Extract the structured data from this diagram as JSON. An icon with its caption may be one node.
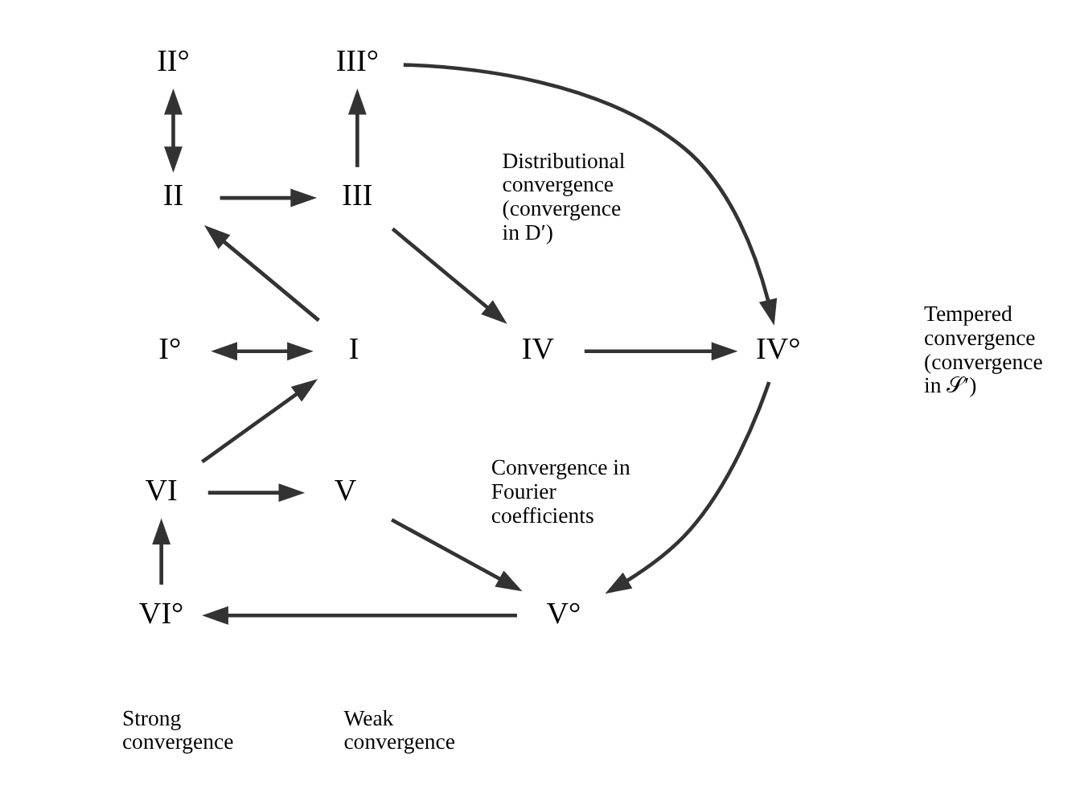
{
  "diagram": {
    "nodes": [
      {
        "text": [
          "II°"
        ]
      },
      {
        "text": [
          "II"
        ]
      },
      {
        "text": [
          "III"
        ]
      },
      {
        "text": [
          "III°"
        ]
      },
      {
        "text": [
          "I°"
        ]
      },
      {
        "text": [
          "I"
        ]
      },
      {
        "text": [
          "IV"
        ]
      },
      {
        "text": [
          "IV°"
        ]
      },
      {
        "text": [
          "VI"
        ]
      },
      {
        "text": [
          "V"
        ]
      },
      {
        "text": [
          "VI°"
        ]
      },
      {
        "text": [
          "V°"
        ]
      }
    ],
    "edges": [
      {
        "from": 0,
        "to": 1,
        "arrow": "both"
      },
      {
        "from": 1,
        "to": 2,
        "arrow": "to"
      },
      {
        "from": 2,
        "to": 3,
        "arrow": "to"
      },
      {
        "from": 3,
        "to": 7,
        "arrow": "to"
      },
      {
        "from": 2,
        "to": 6,
        "arrow": "to"
      },
      {
        "from": 6,
        "to": 7,
        "arrow": "to"
      },
      {
        "from": 4,
        "to": 5,
        "arrow": "both"
      },
      {
        "from": 5,
        "to": 1,
        "arrow": "to"
      },
      {
        "from": 8,
        "to": 5,
        "arrow": "to"
      },
      {
        "from": 8,
        "to": 9,
        "arrow": "to"
      },
      {
        "from": 9,
        "to": 11,
        "arrow": "to"
      },
      {
        "from": 7,
        "to": 11,
        "arrow": "to"
      },
      {
        "from": 11,
        "to": 10,
        "arrow": "to"
      },
      {
        "from": 10,
        "to": 8,
        "arrow": "to"
      }
    ],
    "labels": [
      "Distributional convergence (convergence in D′)",
      "Tempered convergence (convergence in 𝒮′)",
      "Convergence in Fourier coefficients",
      "Strong convergence",
      "Weak convergence"
    ]
  }
}
